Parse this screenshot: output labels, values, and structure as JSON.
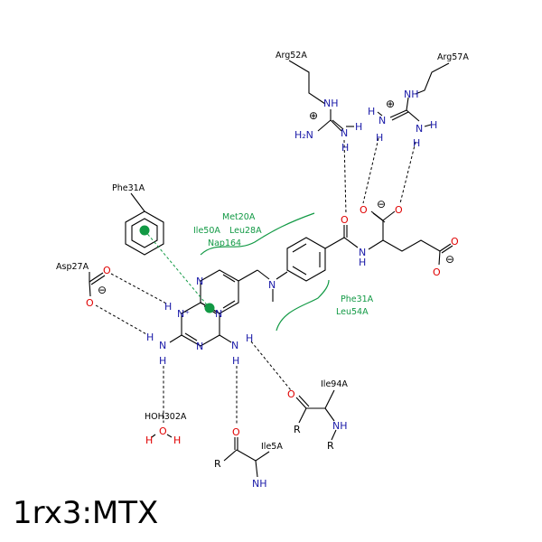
{
  "title": "1rx3:MTX",
  "residue_labels": {
    "arg52": "Arg52A",
    "arg57": "Arg57A",
    "phe31_top": "Phe31A",
    "asp27": "Asp27A",
    "met20": "Met20A",
    "ile50": "Ile50A",
    "leu28": "Leu28A",
    "nap164": "Nap164",
    "phe31_lower": "Phe31A",
    "leu54": "Leu54A",
    "ile94": "Ile94A",
    "ile5": "Ile5A",
    "hoh302": "HOH302A"
  },
  "atoms": {
    "N": "N",
    "NH": "NH",
    "H": "H",
    "O": "O",
    "R": "R",
    "H2N": "H₂N",
    "Nplus": "N⁺"
  },
  "charges": {
    "plus": "⊕",
    "minus": "⊖"
  },
  "colors": {
    "nitrogen": "#1a1aa8",
    "oxygen": "#e00000",
    "hydrophobic": "#119944",
    "bond": "#000000"
  }
}
